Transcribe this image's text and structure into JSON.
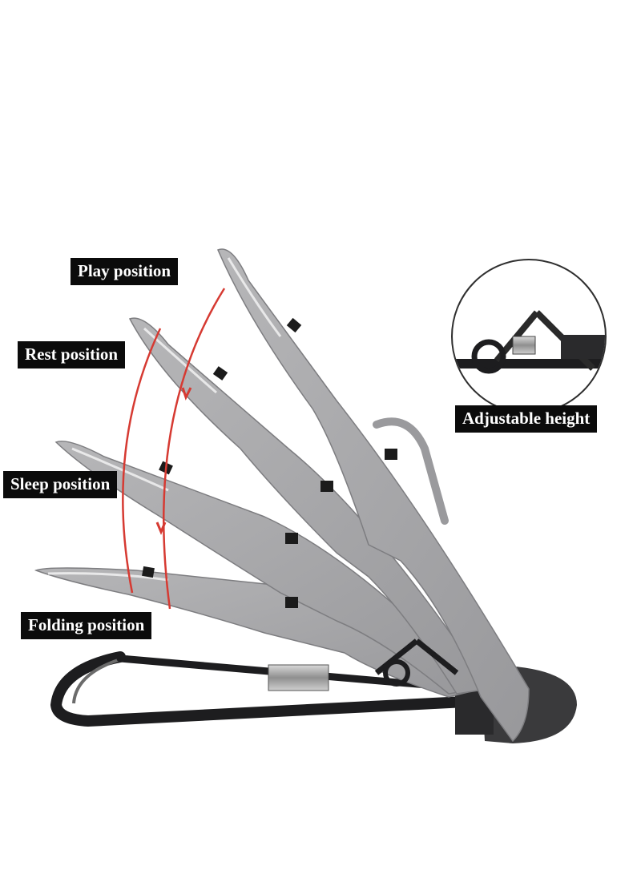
{
  "labels": {
    "play": "Play position",
    "rest": "Rest position",
    "sleep": "Sleep position",
    "folding": "Folding position",
    "adjustable": "Adjustable height"
  },
  "colors": {
    "fabric": "#a9a9ab",
    "fabric_dark": "#8e8e91",
    "frame": "#1d1d1f",
    "arrow": "#d63a32",
    "label_bg": "#0b0b0b",
    "label_text": "#ffffff"
  }
}
